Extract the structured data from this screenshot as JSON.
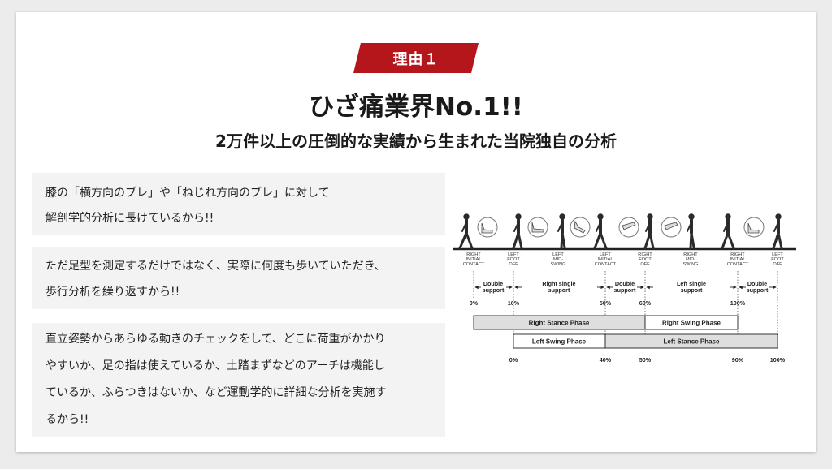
{
  "badge": "理由１",
  "title": "ひざ痛業界No.1!!",
  "subtitle": "2万件以上の圧倒的な実績から生まれた当院独自の分析",
  "reasons": [
    {
      "lines": [
        "膝の「横方向のブレ」や「ねじれ方向のブレ」に対して",
        "解剖学的分析に長けているから!!"
      ]
    },
    {
      "lines": [
        "ただ足型を測定するだけではなく、実際に何度も歩いていただき、",
        "歩行分析を繰り返すから!!"
      ]
    },
    {
      "lines": [
        "直立姿勢からあらゆる動きのチェックをして、どこに荷重がかかり",
        "やすいか、足の指は使えているか、土踏まずなどのアーチは機能し",
        "ているか、ふらつきはないか、など運動学的に詳細な分析を実施す",
        "るから!!"
      ]
    }
  ],
  "gait": {
    "events": [
      [
        "RIGHT",
        "INITIAL",
        "CONTACT"
      ],
      [
        "LEFT",
        "FOOT",
        "OFF"
      ],
      [
        "LEFT",
        "MID-",
        "SWING"
      ],
      [
        "LEFT",
        "INITIAL",
        "CONTACT"
      ],
      [
        "RIGHT",
        "FOOT",
        "OFF"
      ],
      [
        "RIGHT",
        "MID-",
        "SWING"
      ],
      [
        "RIGHT",
        "INITIAL",
        "CONTACT"
      ],
      [
        "LEFT",
        "FOOT",
        "OFF"
      ]
    ],
    "supports": [
      [
        "Double",
        "support"
      ],
      [
        "Right single",
        "support"
      ],
      [
        "Double",
        "support"
      ],
      [
        "Left single",
        "support"
      ],
      [
        "Double",
        "support"
      ]
    ],
    "top_pcts": [
      "0%",
      "10%",
      "50%",
      "60%",
      "100%"
    ],
    "right_stance": "Right Stance Phase",
    "right_swing": "Right Swing Phase",
    "left_swing": "Left Swing Phase",
    "left_stance": "Left Stance Phase",
    "bottom_pcts": [
      "0%",
      "40%",
      "50%",
      "90%",
      "100%"
    ]
  }
}
